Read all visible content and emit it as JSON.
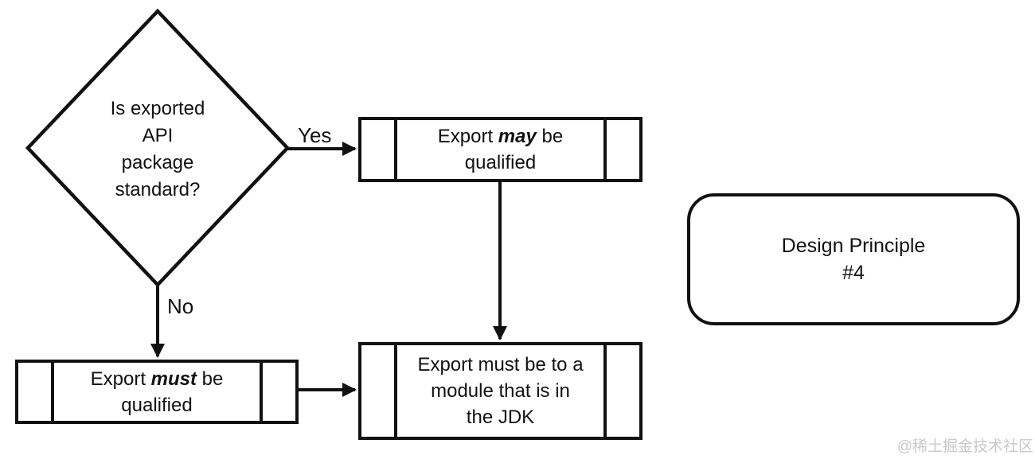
{
  "diamond": {
    "text": "Is exported\nAPI\npackage\nstandard?"
  },
  "edges": {
    "yes_label": "Yes",
    "no_label": "No"
  },
  "boxes": {
    "may": {
      "line1_pre": "Export ",
      "line1_em": "may",
      "line1_post": " be",
      "line2": "qualified"
    },
    "must": {
      "line1_pre": "Export ",
      "line1_em": "must",
      "line1_post": " be",
      "line2": "qualified"
    },
    "jdk": {
      "text": "Export must be to a\nmodule that is in\nthe JDK"
    }
  },
  "note": {
    "text": "Design Principle\n#4"
  },
  "watermark": "@稀土掘金技术社区",
  "colors": {
    "stroke": "#111111",
    "background": "#ffffff",
    "watermark_gray": "#c9c9c9"
  }
}
